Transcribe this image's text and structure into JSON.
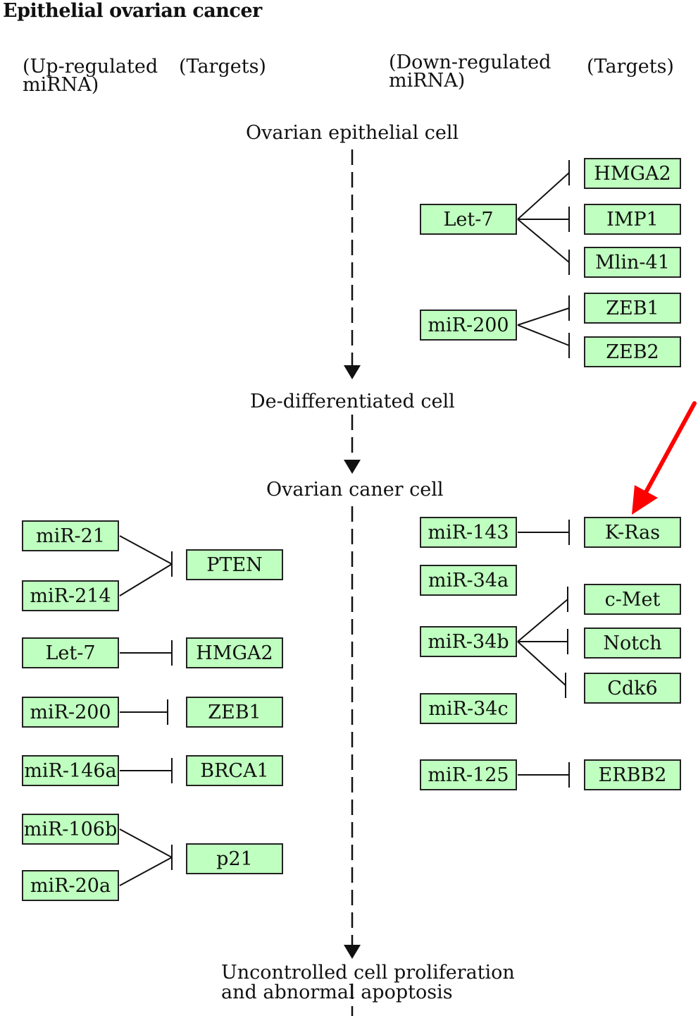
{
  "title": "Epithelial ovarian cancer",
  "headers": {
    "up_mirna": [
      "(Up-regulated",
      "miRNA)"
    ],
    "up_targets": "(Targets)",
    "down_mirna": [
      "(Down-regulated",
      "miRNA)"
    ],
    "down_targets": "(Targets)"
  },
  "stages": {
    "normal": "Ovarian epithelial cell",
    "dedifferentiated": "De-differentiated cell",
    "cancer": "Ovarian caner cell",
    "outcome": [
      "Uncontrolled cell proliferation",
      "and abnormal apoptosis"
    ]
  },
  "nodes": {
    "top_let7": "Let-7",
    "top_mir200": "miR-200",
    "top_hmga2": "HMGA2",
    "top_imp1": "IMP1",
    "top_mlin41": "Mlin-41",
    "top_zeb1": "ZEB1",
    "top_zeb2": "ZEB2",
    "l_mir21": "miR-21",
    "l_mir214": "miR-214",
    "l_pten": "PTEN",
    "l_let7": "Let-7",
    "l_hmga2": "HMGA2",
    "l_mir200": "miR-200",
    "l_zeb1": "ZEB1",
    "l_mir146a": "miR-146a",
    "l_brca1": "BRCA1",
    "l_mir106b": "miR-106b",
    "l_mir20a": "miR-20a",
    "l_p21": "p21",
    "r_mir143": "miR-143",
    "r_kras": "K-Ras",
    "r_mir34a": "miR-34a",
    "r_mir34b": "miR-34b",
    "r_cmet": "c-Met",
    "r_notch": "Notch",
    "r_cdk6": "Cdk6",
    "r_mir34c": "miR-34c",
    "r_mir125": "miR-125",
    "r_erbb2": "ERBB2"
  },
  "colors": {
    "node_fill": "#bfffbf",
    "node_border": "#222222",
    "highlight_arrow": "#ff0000"
  }
}
